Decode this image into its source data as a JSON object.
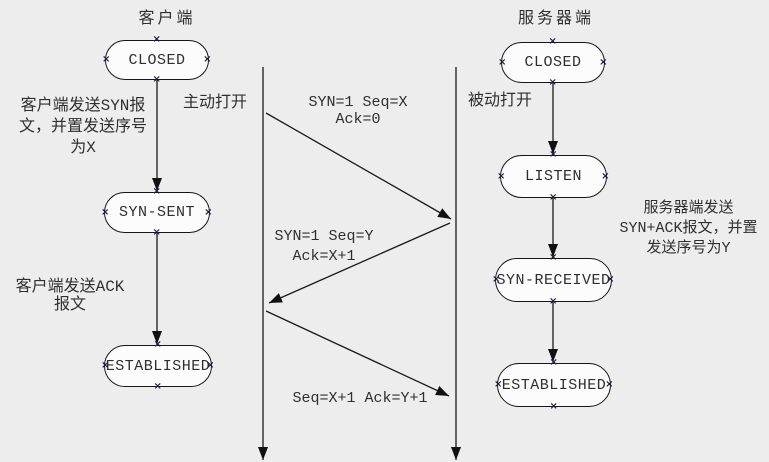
{
  "colors": {
    "background": "#ededed",
    "shape_fill": "#fcfcfc",
    "line": "#1a1a1a",
    "text": "#2f2f2f",
    "handle": "#1c1c3a"
  },
  "client": {
    "title": "客户端",
    "states": {
      "closed": "CLOSED",
      "syn_sent": "SYN-SENT",
      "established": "ESTABLISHED"
    },
    "notes": {
      "active_open": "主动打开",
      "send_syn": "客户端发送SYN报\n文，并置发送序号\n为X",
      "send_ack": "客户端发送ACK\n报文"
    }
  },
  "server": {
    "title": "服务器端",
    "states": {
      "closed": "CLOSED",
      "listen": "LISTEN",
      "syn_received": "SYN-RECEIVED",
      "established": "ESTABLISHED"
    },
    "notes": {
      "passive_open": "被动打开",
      "send_synack": "服务器端发送\nSYN+ACK报文，并置\n发送序号为Y"
    }
  },
  "messages": {
    "syn": "SYN=1 Seq=X Ack=0",
    "synack": "SYN=1 Seq=Y\nAck=X+1",
    "ack": "Seq=X+1 Ack=Y+1"
  }
}
